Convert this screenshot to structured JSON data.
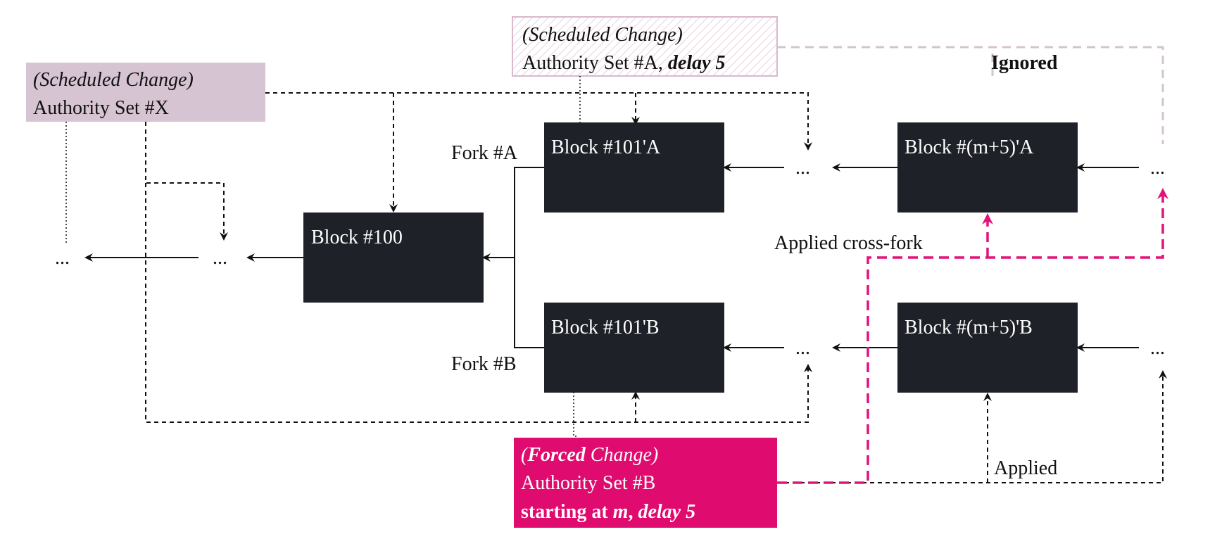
{
  "colors": {
    "block_fill": "#1e2127",
    "block_text": "#ffffff",
    "scheduled_x_fill": "#d7c4d2",
    "scheduled_a_stroke": "#d9b8cc",
    "forced_fill": "#e00b6f",
    "forced_arrow": "#e0147a",
    "ignored_line": "#d4c4cc"
  },
  "blocks": {
    "b100": "Block #100",
    "b101a": "Block #101'A",
    "b101b": "Block #101'B",
    "bm5a": "Block #(m+5)'A",
    "bm5b": "Block #(m+5)'B"
  },
  "ellipses": {
    "far_left": "...",
    "left": "...",
    "mid_a": "...",
    "right_a": "...",
    "mid_b": "...",
    "right_b": "..."
  },
  "forks": {
    "a": "Fork #A",
    "b": "Fork #B"
  },
  "scheduled_x": {
    "line1": "(Scheduled Change)",
    "line2": "Authority Set #X"
  },
  "scheduled_a": {
    "line1": "(Scheduled Change)",
    "line2_prefix": "Authority Set #A, ",
    "line2_bold": "delay 5"
  },
  "forced_b": {
    "line1_bold": "Forced",
    "line1_open": "(",
    "line1_rest": " Change)",
    "line2": "Authority Set #B",
    "line3_a": "starting at ",
    "line3_m": "m",
    "line3_comma": ", ",
    "line3_delay": "delay 5"
  },
  "labels": {
    "ignored": "Ignored",
    "applied_cross_fork": "Applied cross-fork",
    "applied": "Applied"
  },
  "icons": {
    "arrow": "solid-arrowhead",
    "dashed_arrow": "open-arrowhead"
  }
}
